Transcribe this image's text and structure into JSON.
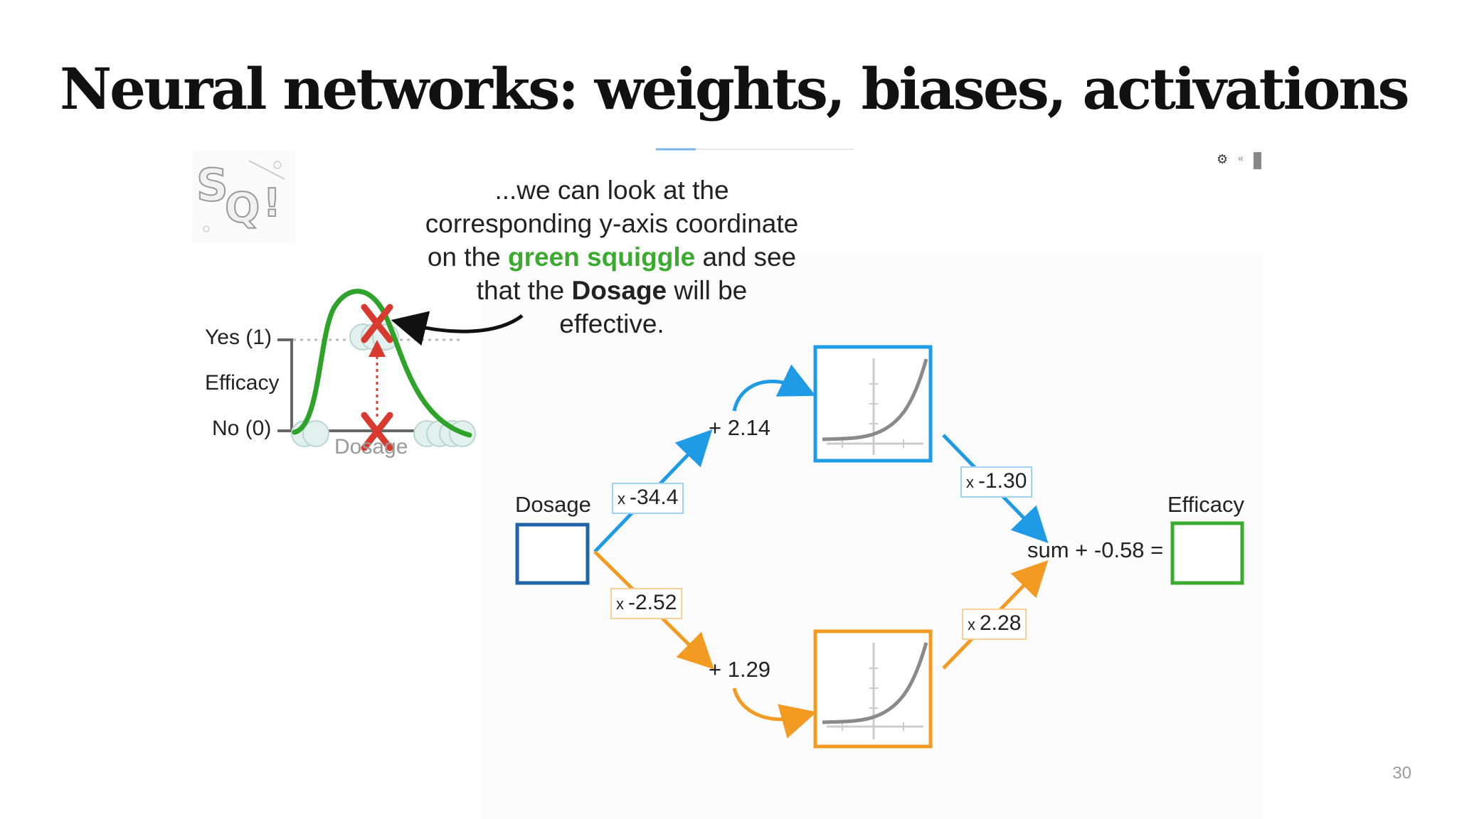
{
  "slide": {
    "title": "Neural networks: weights, biases, activations",
    "page_number": "30"
  },
  "caption": {
    "line1": "...we can look at the",
    "line2": "corresponding y-axis coordinate",
    "line3_pre": "on the ",
    "line3_green": "green squiggle",
    "line3_post": " and see",
    "line4_pre": "that the ",
    "line4_bold": "Dosage",
    "line4_post": " will be",
    "line5": "effective."
  },
  "mini_plot": {
    "yes_label": "Yes (1)",
    "efficacy_label": "Efficacy",
    "no_label": "No (0)",
    "x_label": "Dosage"
  },
  "network": {
    "input_label": "Dosage",
    "output_label": "Efficacy",
    "top_weight": "-34.4",
    "bottom_weight": "-2.52",
    "top_bias": "+ 2.14",
    "bottom_bias": "+ 1.29",
    "top_out_weight": "-1.30",
    "bottom_out_weight": "2.28",
    "sum_text": "sum + -0.58 =",
    "times_symbol": "x"
  },
  "logo": {
    "text": "SQ!"
  },
  "colors": {
    "blue": "#1f9be6",
    "orange": "#f39a22",
    "green": "#3aab2e",
    "input_box": "#1f63a8",
    "red_x": "#d83a2f"
  }
}
